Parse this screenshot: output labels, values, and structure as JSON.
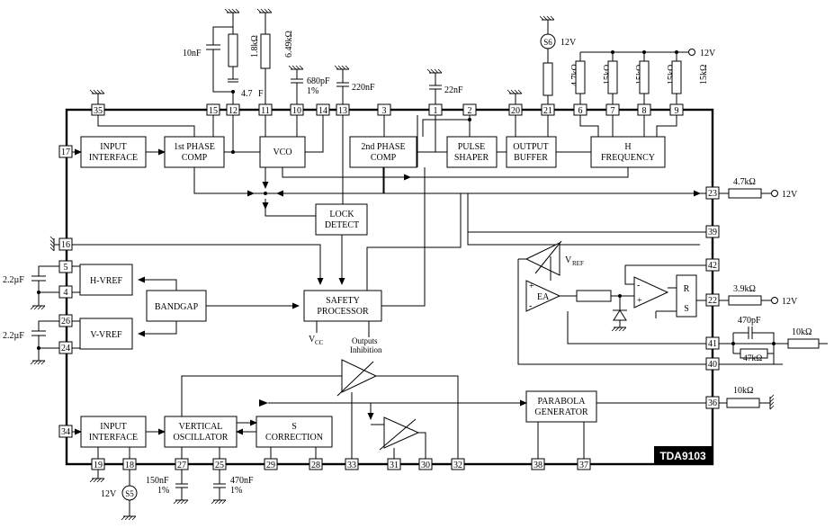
{
  "chip_label": "TDA9103",
  "blocks": {
    "input_interface_top": [
      "INPUT",
      "INTERFACE"
    ],
    "phase_comp1": [
      "1st PHASE",
      "COMP"
    ],
    "vco": "VCO",
    "phase_comp2": [
      "2nd PHASE",
      "COMP"
    ],
    "pulse_shaper": [
      "PULSE",
      "SHAPER"
    ],
    "output_buffer": [
      "OUTPUT",
      "BUFFER"
    ],
    "h_frequency": [
      "H",
      "FREQUENCY"
    ],
    "lock_detect": [
      "LOCK",
      "DETECT"
    ],
    "hvref": "H-VREF",
    "bandgap": "BANDGAP",
    "vvref": "V-VREF",
    "safety_processor": [
      "SAFETY",
      "PROCESSOR"
    ],
    "input_interface_bottom": [
      "INPUT",
      "INTERFACE"
    ],
    "vertical_oscillator": [
      "VERTICAL",
      "OSCILLATOR"
    ],
    "s_correction": [
      "S",
      "CORRECTION"
    ],
    "parabola_generator": [
      "PARABOLA",
      "GENERATOR"
    ],
    "ea": "EA",
    "r": "R",
    "s": "S",
    "plus": "+",
    "minus": "-"
  },
  "pins": {
    "p35": "35",
    "p15": "15",
    "p12": "12",
    "p11": "11",
    "p10": "10",
    "p14": "14",
    "p13": "13",
    "p3": "3",
    "p1": "1",
    "p2": "2",
    "p20": "20",
    "p21": "21",
    "p6": "6",
    "p7": "7",
    "p8": "8",
    "p9": "9",
    "p17": "17",
    "p16": "16",
    "p5": "5",
    "p4": "4",
    "p26": "26",
    "p24": "24",
    "p34": "34",
    "p23": "23",
    "p39": "39",
    "p42": "42",
    "p22": "22",
    "p41": "41",
    "p40": "40",
    "p36": "36",
    "p19": "19",
    "p18": "18",
    "p27": "27",
    "p25": "25",
    "p29": "29",
    "p28": "28",
    "p33": "33",
    "p31": "31",
    "p30": "30",
    "p32": "32",
    "p38": "38",
    "p37": "37"
  },
  "labels": {
    "cap_10nF": "10nF",
    "res_1_8k": "1.8kΩ",
    "res_6_49k": "6.49kΩ",
    "v_4_7": "4.7",
    "f": "F",
    "cap_680pF": "680pF",
    "pct_1_top": "1%",
    "cap_220nF": "220nF",
    "cap_22nF": "22nF",
    "s6": "S6",
    "v12_s6": "12V",
    "res_4_7k_top": "4.7kΩ",
    "res_15k_a": "15kΩ",
    "res_15k_b": "15kΩ",
    "res_15k_c": "15kΩ",
    "res_15k_d": "15kΩ",
    "v12_top": "12V",
    "res_4_7k_right": "4.7kΩ",
    "v12_23": "12V",
    "vref": "V",
    "vref_sub": "REF",
    "res_3_9k": "3.9kΩ",
    "v12_22": "12V",
    "cap_470pF": "470pF",
    "res_47k": "47kΩ",
    "res_10k_a": "10kΩ",
    "res_10k_b": "10kΩ",
    "cap_2_2uF_a": "2.2µF",
    "cap_2_2uF_b": "2.2µF",
    "vcc": "V",
    "vcc_sub": "CC",
    "outputs": "Outputs",
    "inhibition": "Inhibition",
    "v12_s5": "12V",
    "s5": "S5",
    "cap_150nF": "150nF",
    "pct_1_b1": "1%",
    "cap_470nF": "470nF",
    "pct_1_b2": "1%"
  }
}
